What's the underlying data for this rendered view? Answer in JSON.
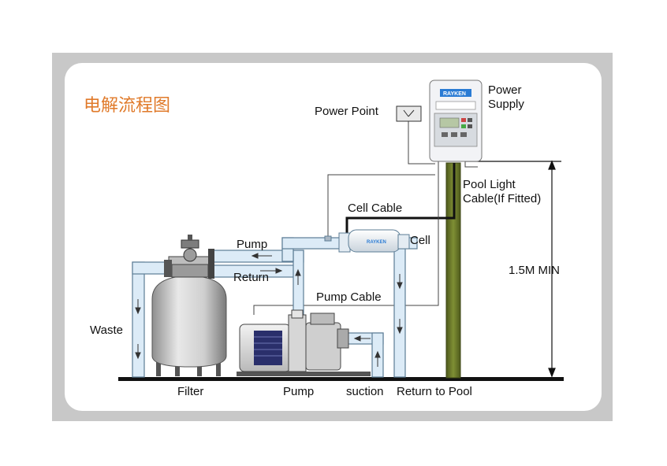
{
  "title": "电解流程图",
  "brand": "RAYKEN",
  "labels": {
    "power_supply_1": "Power",
    "power_supply_2": "Supply",
    "power_point": "Power Point",
    "pool_light_1": "Pool Light",
    "pool_light_2": "Cable(If Fitted)",
    "cell_cable": "Cell Cable",
    "cell": "Cell",
    "pump_top": "Pump",
    "return": "Return",
    "pump_cable": "Pump  Cable",
    "height": "1.5M MIN",
    "waste": "Waste",
    "filter": "Filter",
    "pump_bottom": "Pump",
    "suction": "suction",
    "return_to_pool": "Return to Pool"
  },
  "colors": {
    "title": "#e07a2a",
    "pipe_fill": "#dcebf7",
    "pipe_stroke": "#5c7d96",
    "post": "#6b7b2a",
    "frame": "#c8c8c8",
    "brand": "#2a7bd4"
  }
}
